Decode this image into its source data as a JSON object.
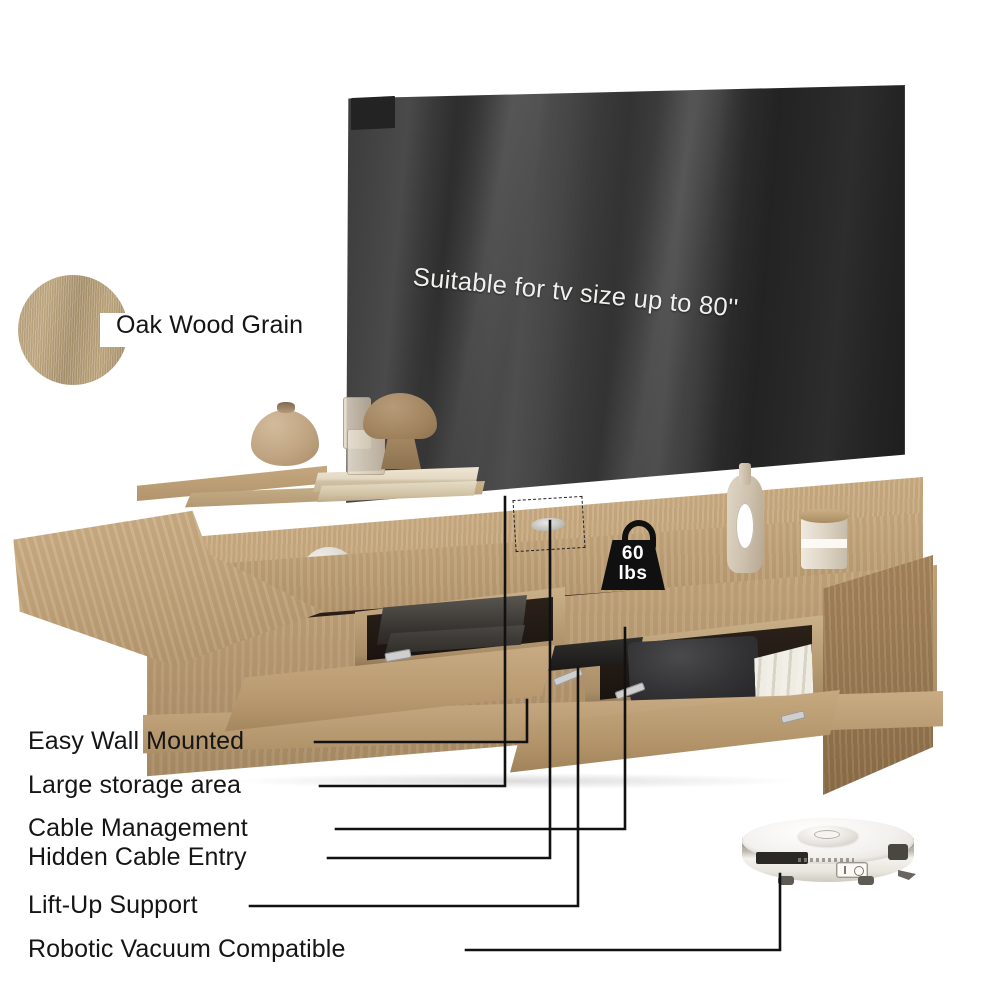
{
  "product": {
    "material_badge": {
      "label": "Oak Wood Grain",
      "swatch_name": "oak-wood-swatch",
      "color": "#c0a882"
    },
    "tv": {
      "overlay_text": "Suitable for tv size up to 80''",
      "panel_color": "#343434"
    },
    "weight_badge": {
      "value": "60",
      "unit": "lbs",
      "icon_name": "weight-icon",
      "color": "#101010"
    },
    "robot_vacuum": {
      "name": "robot-vacuum",
      "body_color": "#f2efe9"
    },
    "cable_entry": {
      "highlight_name": "hidden-cable-entry-highlight"
    },
    "features": [
      {
        "id": "easy-wall-mounted",
        "label": "Easy Wall Mounted"
      },
      {
        "id": "large-storage-area",
        "label": "Large storage area"
      },
      {
        "id": "cable-management",
        "label": "Cable Management"
      },
      {
        "id": "hidden-cable-entry",
        "label": "Hidden Cable Entry"
      },
      {
        "id": "lift-up-support",
        "label": "Lift-Up Support"
      },
      {
        "id": "robotic-vacuum-compatible",
        "label": "Robotic Vacuum Compatible"
      }
    ],
    "colors": {
      "background": "#ffffff",
      "line": "#111111",
      "oak_light": "#c8aa81",
      "oak_mid": "#b69871",
      "oak_dark": "#9c7d56",
      "cavity": "#2a211a",
      "text": "#151515"
    }
  }
}
